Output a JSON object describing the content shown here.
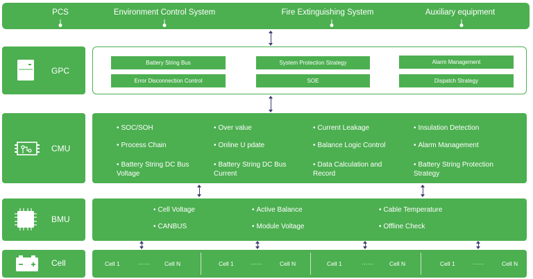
{
  "top": {
    "items": [
      {
        "label": "PCS"
      },
      {
        "label": "Environment Control System"
      },
      {
        "label": "Fire Extinguishing System"
      },
      {
        "label": "Auxiliary equipment"
      }
    ]
  },
  "layers": {
    "gpc": {
      "label": "GPC"
    },
    "cmu": {
      "label": "CMU"
    },
    "bmu": {
      "label": "BMU"
    },
    "cell": {
      "label": "Cell"
    }
  },
  "gpc": {
    "buttons": [
      "Battery String Bus",
      "System Protection Strategy",
      "Alarm Management",
      "Error Disconnection Control",
      "SOE",
      "Dispatch Strategy"
    ]
  },
  "cmu": {
    "items": [
      "SOC/SOH",
      "Over value",
      "Current Leakage",
      "Insulation Detection",
      "Process Chain",
      "Online U pdate",
      "Balance Logic Control",
      "Alarm Management",
      "Battery String DC Bus\nVoltage",
      "Battery String DC Bus\nCurrent",
      "Data Calculation and\nRecord",
      "Battery String Protection\nStrategy"
    ]
  },
  "bmu": {
    "items": [
      "Cell Voltage",
      "Active Balance",
      "Cable Temperature",
      "CANBUS",
      "Module Voltage",
      "Offline Check"
    ]
  },
  "cells": {
    "first": "Cell 1",
    "dots": "······",
    "last": "Cell N"
  },
  "colors": {
    "green": "#4caf50",
    "connector": "#3b3b6d"
  }
}
